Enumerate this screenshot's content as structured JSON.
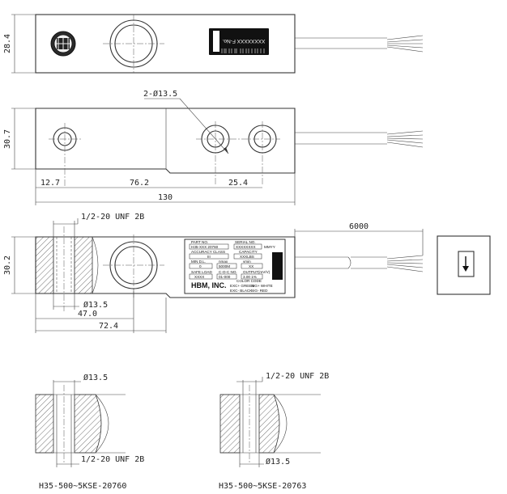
{
  "dimensions": {
    "top_height": "28.4",
    "side_height": "30.7",
    "bottom_height": "30.2",
    "hole_callout": "2-Ø13.5",
    "d_12_7": "12.7",
    "d_76_2": "76.2",
    "d_25_4": "25.4",
    "d_130": "130",
    "thread_top": "1/2-20 UNF 2B",
    "bore_13_5": "Ø13.5",
    "d_47_0": "47.0",
    "d_72_4": "72.4",
    "cable_length": "6000"
  },
  "serial_plate": {
    "text": "XXXXXXXX F-No."
  },
  "label": {
    "part_no": "PART NO.",
    "part_value": "H35-XXX 20760",
    "serial_no": "SERIAL NO.",
    "serial_value": "XXXXXXXX",
    "mmyy": "MMYY",
    "accuracy": "ACCURACY CLASS",
    "capacity": "CAPACITY",
    "acc_value": "III",
    "cap_value": "XXXLBS",
    "min_dl": "MIN D.L.",
    "nmax": "nmax",
    "vmin": "vmin",
    "min_value": "0",
    "nmax_value": "5000M",
    "vmin_value": "XX",
    "safe_load": "SAFE LOAD",
    "coc": "C-O-C NO.",
    "output": "OUTPUT(mV/V)",
    "safe_value": "XXXX",
    "coc_value": "01-000",
    "output_value": "3.00 1%",
    "brand": "HBM, INC.",
    "color_code": "COLOR CODE",
    "c1": "EXC+ GREEN",
    "c2": "SIG+ WHITE",
    "c3": "EXC- BLACK",
    "c4": "SIG- RED"
  },
  "captions": {
    "left": "H35-500~5KSE-20760",
    "right": "H35-500~5KSE-20763"
  }
}
